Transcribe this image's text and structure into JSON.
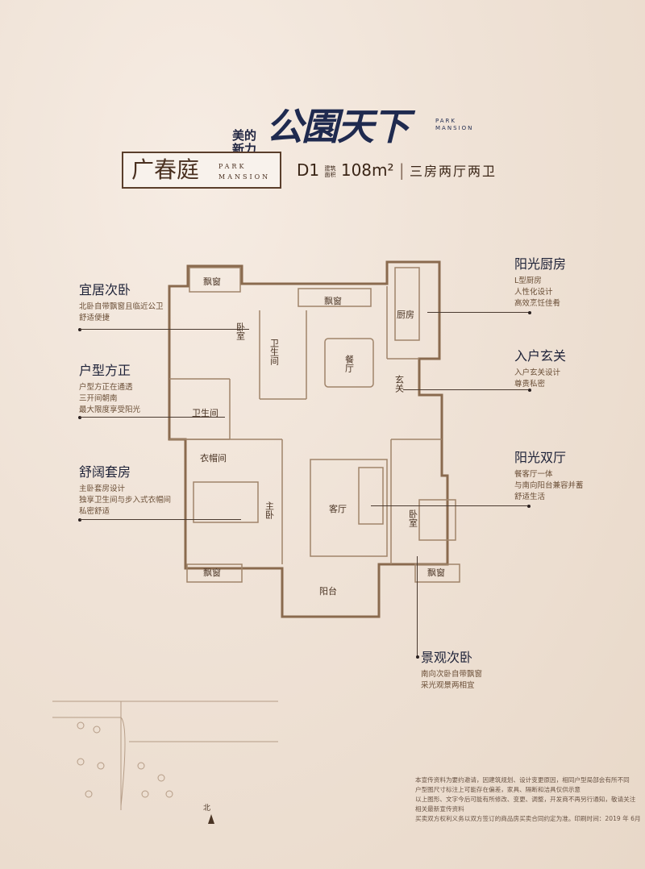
{
  "brand": {
    "developer_line1": "美的",
    "developer_line2": "新力",
    "project_name": "公園天下",
    "project_en_line1": "PARK",
    "project_en_line2": "MANSION"
  },
  "unit": {
    "name": "广春庭",
    "en_line1": "PARK",
    "en_line2": "MANSION",
    "type_code": "D1",
    "area_label_line1": "建筑",
    "area_label_line2": "面积",
    "area": "108m²",
    "layout": "三房两厅两卫"
  },
  "callouts": [
    {
      "title": "宜居次卧",
      "lines": [
        "北卧自带飘窗且临近公卫",
        "舒适便捷"
      ]
    },
    {
      "title": "户型方正",
      "lines": [
        "户型方正在通透",
        "三开间朝南",
        "最大限度享受阳光"
      ]
    },
    {
      "title": "舒阔套房",
      "lines": [
        "主卧套房设计",
        "独享卫生间与步入式衣帽间",
        "私密舒适"
      ]
    },
    {
      "title": "阳光厨房",
      "lines": [
        "L型厨房",
        "人性化设计",
        "高效烹饪佳肴"
      ]
    },
    {
      "title": "入户玄关",
      "lines": [
        "入户玄关设计",
        "尊贵私密"
      ]
    },
    {
      "title": "阳光双厅",
      "lines": [
        "餐客厅一体",
        "与南向阳台兼容并蓄",
        "舒适生活"
      ]
    },
    {
      "title": "景观次卧",
      "lines": [
        "南向次卧自带飘窗",
        "采光观景两相宜"
      ]
    }
  ],
  "rooms": {
    "bay1": "飘窗",
    "bedroom_n": "卧室",
    "bath1": "卫生间",
    "bay2": "飘窗",
    "dining": "餐厅",
    "kitchen": "厨房",
    "foyer": "玄关",
    "bath2": "卫生间",
    "closet": "衣帽间",
    "master": "主卧",
    "living": "客厅",
    "bedroom_s": "卧室",
    "bay3": "飘窗",
    "balcony": "阳台",
    "bay4": "飘窗"
  },
  "site_map": {
    "north": "北"
  },
  "disclaimer": [
    "本宣传资料为要约邀请，因建筑规划、设计变更原因，相同户型局部会有所不同",
    "户型图尺寸标注上可能存在偏差，家具、隔断和洁具仅供示意",
    "以上图形、文字今后可能有所修改、变更、调整，开发商不再另行通知，敬请关注相关最新宣传资料",
    "买卖双方权利义务以双方签订的商品房买卖合同约定为准。印刷时间：2019 年 6月"
  ],
  "colors": {
    "wall": "#8a6a4e",
    "heading": "#1e2238",
    "text": "#6a4e36",
    "background": "#efe2d6"
  }
}
